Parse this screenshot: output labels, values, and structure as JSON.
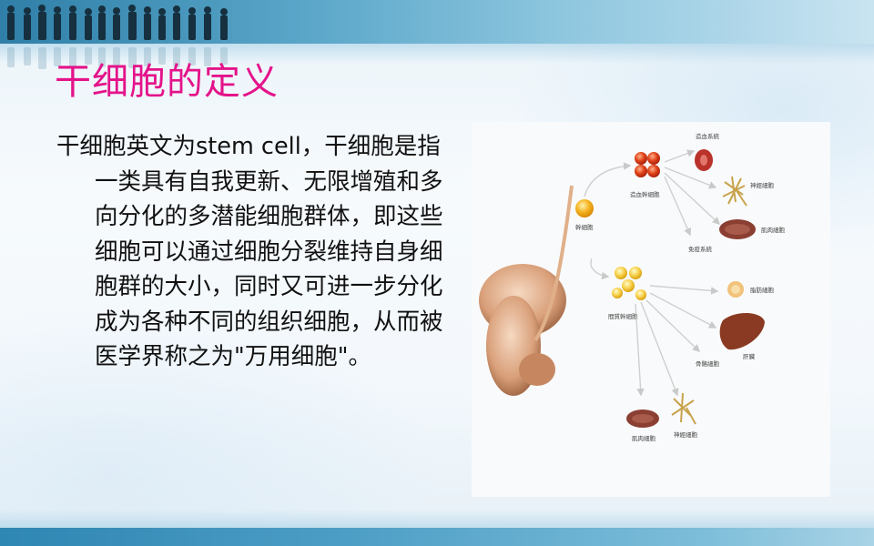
{
  "slide": {
    "title": "干细胞的定义",
    "body": "干细胞英文为stem cell，干细胞是指一类具有自我更新、无限增殖和多向分化的多潜能细胞群体，即这些细胞可以通过细胞分裂维持自身细胞群的大小，同时又可进一步分化成为各种不同的组织细胞，从而被医学界称之为\"万用细胞\"。"
  },
  "figure": {
    "labels": {
      "stem": "幹細胞",
      "hematopoietic": "造血幹細胞",
      "blood_system": "造血系統",
      "nerve_cell_top": "神經細胞",
      "muscle_cell_top": "肌肉細胞",
      "immune_system": "免疫系統",
      "mesenchymal": "間質幹細胞",
      "fat_cell": "脂肪細胞",
      "liver": "肝臟",
      "bone_cell": "骨骼細胞",
      "muscle_cell_bottom": "肌肉細胞",
      "nerve_cell_bottom": "神經細胞"
    }
  },
  "colors": {
    "title": "#e4138a",
    "body_text": "#111111",
    "band": "#4d9ec6"
  }
}
